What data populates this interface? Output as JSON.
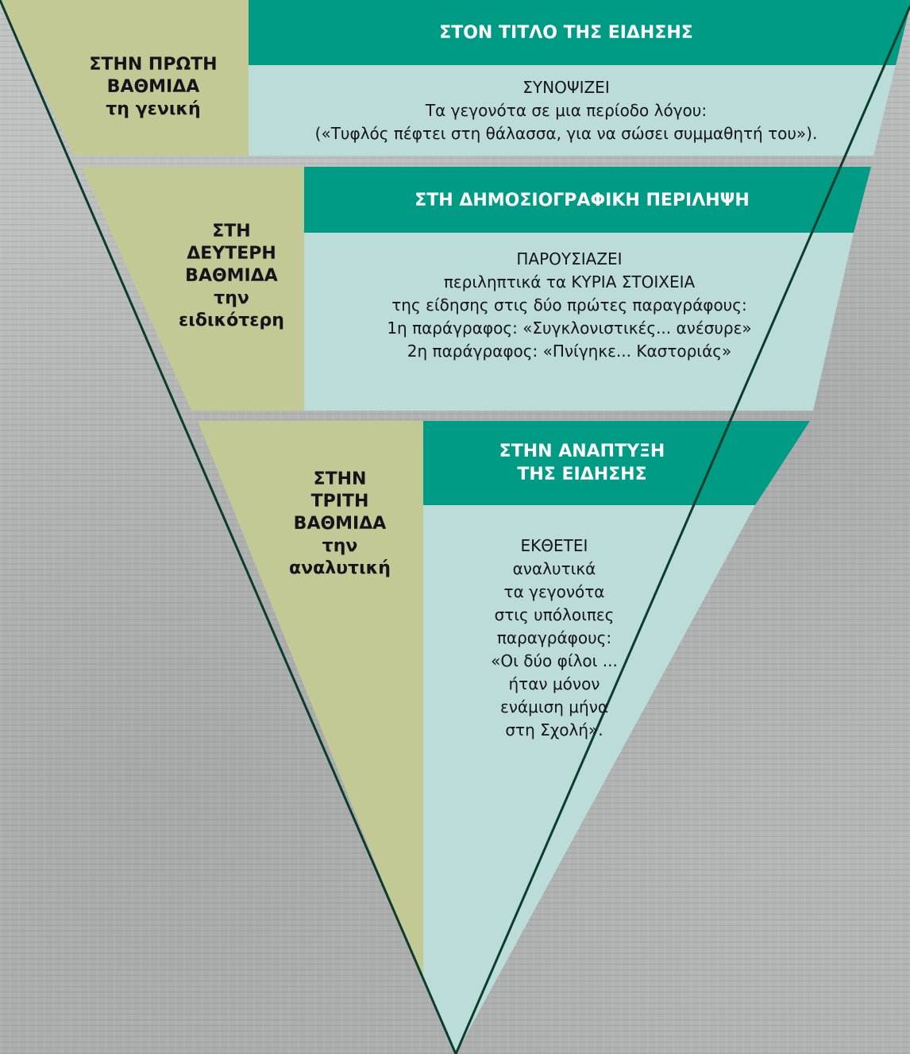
{
  "colors": {
    "level_fill": "#c3c995",
    "header_fill": "#009b84",
    "content_fill": "#bbdcd8",
    "outline": "#0b3d2c",
    "background": "#b9bbbb"
  },
  "levels": [
    {
      "level_lines": [
        "ΣΤΗΝ ΠΡΩΤΗ",
        "ΒΑΘΜΙΔΑ",
        "τη γενική"
      ],
      "header_lines": [
        "ΣΤΟΝ ΤΙΤΛΟ ΤΗΣ ΕΙΔΗΣΗΣ"
      ],
      "content_lines": [
        "ΣΥΝΟΨΙΖΕΙ",
        "Τα γεγονότα σε μια περίοδο λόγου:",
        "(«Τυφλός πέφτει στη θάλασσα, για να σώσει συμμαθητή του»)."
      ]
    },
    {
      "level_lines": [
        "ΣΤΗ",
        "ΔΕΥΤΕΡΗ",
        "ΒΑΘΜΙΔΑ",
        "την",
        "ειδικότερη"
      ],
      "header_lines": [
        "ΣΤΗ ΔΗΜΟΣΙΟΓΡΑΦΙΚΗ ΠΕΡΙΛΗΨΗ"
      ],
      "content_lines": [
        "ΠΑΡΟΥΣΙΑΖΕΙ",
        "περιληπτικά τα ΚΥΡΙΑ ΣΤΟΙΧΕΙΑ",
        "της είδησης στις δύο πρώτες παραγράφους:",
        "1η παράγραφος: «Συγκλονιστικές... ανέσυρε»",
        "2η παράγραφος: «Πνίγηκε... Καστοριάς»"
      ]
    },
    {
      "level_lines": [
        "ΣΤΗΝ",
        "ΤΡΙΤΗ",
        "ΒΑΘΜΙΔΑ",
        "την",
        "αναλυτική"
      ],
      "header_lines": [
        "ΣΤΗΝ ΑΝΑΠΤΥΞΗ",
        "ΤΗΣ ΕΙΔΗΣΗΣ"
      ],
      "content_lines": [
        "ΕΚΘΕΤΕΙ",
        "αναλυτικά",
        "τα γεγονότα",
        "στις υπόλοιπες",
        "παραγράφους:",
        "«Οι δύο φίλοι ...",
        "ήταν μόνον",
        "ενάμιση μήνα",
        "στη Σχολή»."
      ]
    }
  ]
}
